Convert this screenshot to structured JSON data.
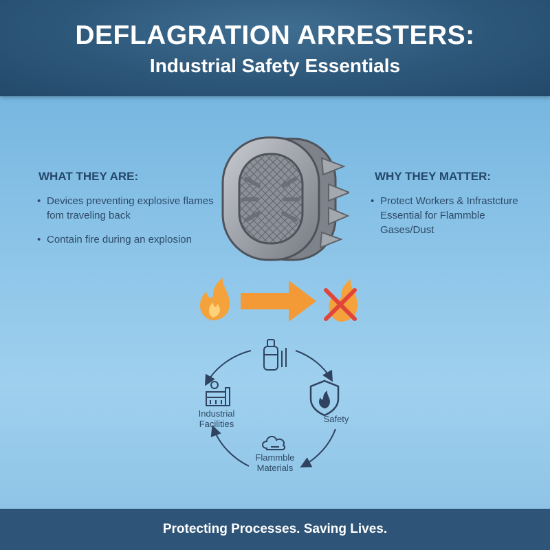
{
  "header": {
    "title": "DEFLAGRATION ARRESTERS:",
    "subtitle": "Industrial Safety Essentials"
  },
  "left": {
    "heading": "WHAT THEY ARE:",
    "bullets": [
      "Devices preventing explosive flames fom traveling back",
      "Contain fire during an explosion"
    ]
  },
  "right": {
    "heading": "WHY THEY MATTER:",
    "bullets": [
      "Protect Workers & Infrastcture Essential for Flammble Gases/Dust"
    ]
  },
  "cycle": {
    "nodes": {
      "safety": "Safety",
      "flammable_line1": "Flammble",
      "flammable_line2": "Materials",
      "industrial_line1": "Industrial",
      "industrial_line2": "Facilities"
    }
  },
  "footer": {
    "tagline": "Protecting Processes. Saving Lives."
  },
  "colors": {
    "flame": "#f4a23c",
    "arrow": "#f39a36",
    "cross": "#e0453a",
    "header": "#2d5779",
    "footer": "#2e5577"
  },
  "icons": [
    "flame-icon",
    "arrow-right-icon",
    "blocked-flame-icon",
    "gas-cylinder-icon",
    "shield-flame-icon",
    "cloud-icon",
    "factory-icon",
    "arrester-illustration"
  ]
}
